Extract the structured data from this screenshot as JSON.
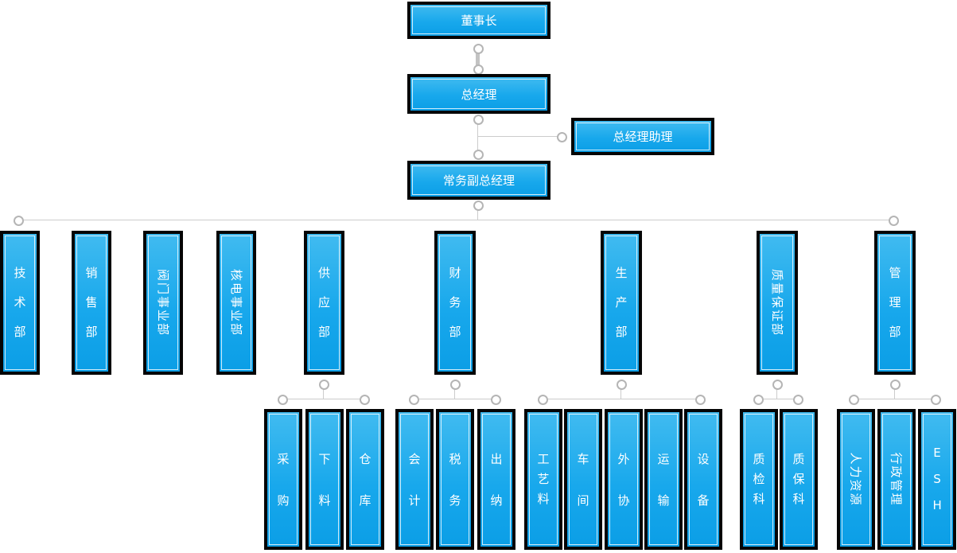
{
  "org": {
    "executives": {
      "chairman": "董事长",
      "general_manager": "总经理",
      "gm_assistant": "总经理助理",
      "deputy_gm": "常务副总经理"
    },
    "departments": [
      {
        "label": "技术部"
      },
      {
        "label": "销售部"
      },
      {
        "label": "阀门事业部"
      },
      {
        "label": "核电事业部"
      },
      {
        "label": "供应部"
      },
      {
        "label": "财务部"
      },
      {
        "label": "生产部"
      },
      {
        "label": "质量保证部"
      },
      {
        "label": "管理部"
      }
    ],
    "sections": {
      "supply": [
        "采购",
        "下料",
        "仓库"
      ],
      "finance": [
        "会计",
        "税务",
        "出纳"
      ],
      "production": [
        "工艺料",
        "车间",
        "外协",
        "运输",
        "设备"
      ],
      "quality": [
        "质检科",
        "质保科"
      ],
      "management": [
        "人力资源",
        "行政管理",
        "ESH"
      ]
    }
  },
  "colors": {
    "node_fill_top": "#41bbf0",
    "node_fill_bottom": "#0b9ee6",
    "node_border": "#050505",
    "node_inner_border": "#ffffff",
    "node_text": "#ffffff",
    "connector_line": "#cccccc",
    "connector_dot_ring": "#b5b5b5",
    "background": "#ffffff"
  }
}
